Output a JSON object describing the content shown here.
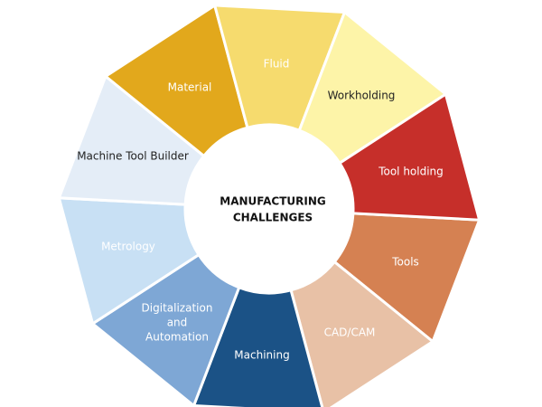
{
  "center": {
    "line1": "MANUFACTURING",
    "line2": "CHALLENGES"
  },
  "segments": [
    {
      "label": "Tools",
      "color": "#d58152",
      "text_color": "#ffffff"
    },
    {
      "label": "CAD/CAM",
      "color": "#e8c1a6",
      "text_color": "#ffffff"
    },
    {
      "label": "Machining",
      "color": "#1b5286",
      "text_color": "#ffffff"
    },
    {
      "label_lines": [
        "Digitalization",
        "and",
        "Automation"
      ],
      "color": "#7ea7d5",
      "text_color": "#ffffff"
    },
    {
      "label": "Metrology",
      "color": "#c8e0f4",
      "text_color": "#ffffff"
    },
    {
      "label": "Machine Tool Builder",
      "color": "#e4edf7",
      "text_color": "#222222"
    },
    {
      "label": "Material",
      "color": "#e2a81c",
      "text_color": "#ffffff"
    },
    {
      "label": "Fluid",
      "color": "#f6db6e",
      "text_color": "#ffffff"
    },
    {
      "label": "Workholding",
      "color": "#fdf4a8",
      "text_color": "#222222"
    },
    {
      "label": "Tool holding",
      "color": "#c62f2a",
      "text_color": "#ffffff"
    }
  ]
}
